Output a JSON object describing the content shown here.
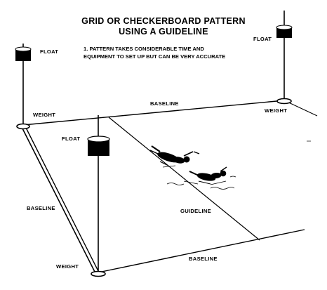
{
  "title": {
    "line1": "GRID OR CHECKERBOARD PATTERN",
    "line2": "USING A GUIDELINE"
  },
  "note": {
    "line1": "1.  PATTERN TAKES CONSIDERABLE TIME AND",
    "line2": "EQUIPMENT TO SET UP BUT CAN BE VERY ACCURATE"
  },
  "labels": {
    "float_left": "FLOAT",
    "float_right": "FLOAT",
    "float_center": "FLOAT",
    "weight_left": "WEIGHT",
    "weight_right": "WEIGHT",
    "weight_bottom": "WEIGHT",
    "baseline_top": "BASELINE",
    "baseline_left": "BASELINE",
    "baseline_bottom": "BASELINE",
    "guideline": "GUIDELINE"
  },
  "colors": {
    "ink": "#000000",
    "paper": "#ffffff"
  }
}
